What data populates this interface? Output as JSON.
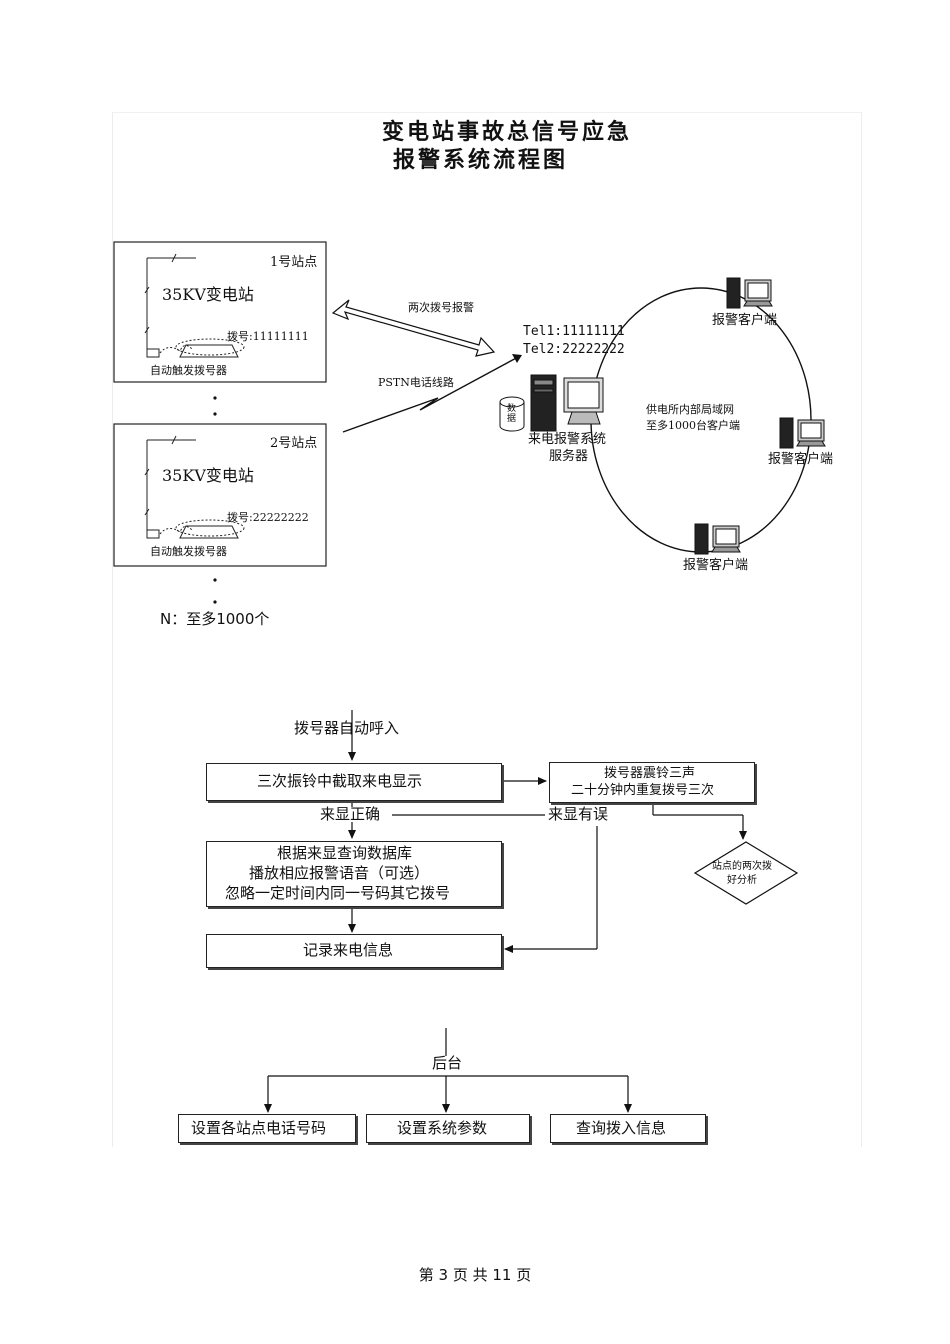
{
  "title": {
    "line1": "变电站事故总信号应急",
    "line2": "报警系统流程图"
  },
  "stations": [
    {
      "id_label": "1号站点",
      "name": "35KV变电站",
      "dial": "拨号:11111111",
      "dialer": "自动触发拨号器"
    },
    {
      "id_label": "2号站点",
      "name": "35KV变电站",
      "dial": "拨号:22222222",
      "dialer": "自动触发拨号器"
    }
  ],
  "station_count_note": "N：至多1000个",
  "network": {
    "dial_twice": "两次拨号报警",
    "pstn": "PSTN电话线路",
    "tel1": "Tel1:11111111",
    "tel2": "Tel2:22222222",
    "db_label": "数据",
    "server_label_1": "来电报警系统",
    "server_label_2": "服务器",
    "lan_line1": "供电所内部局域网",
    "lan_line2": "至多1000台客户端",
    "client_top": "报警客户端",
    "client_right": "报警客户端",
    "client_bottom": "报警客户端"
  },
  "flow": {
    "start": "拨号器自动呼入",
    "step_capture": "三次振铃中截取来电显示",
    "dialer_ring_1": "拨号器震铃三声",
    "dialer_ring_2": "二十分钟内重复拨号三次",
    "diamond_1": "站点的两次拨",
    "diamond_2": "好分析",
    "caller_ok": "来显正确",
    "caller_err": "来显有误",
    "query_1": "根据来显查询数据库",
    "query_2": "播放相应报警语音（可选）",
    "query_3": "忽略一定时间内同一号码其它拨号",
    "record": "记录来电信息"
  },
  "backend": {
    "label": "后台",
    "items": [
      "设置各站点电话号码",
      "设置系统参数",
      "查询拨入信息"
    ]
  },
  "footer": "第 3 页  共 11 页"
}
